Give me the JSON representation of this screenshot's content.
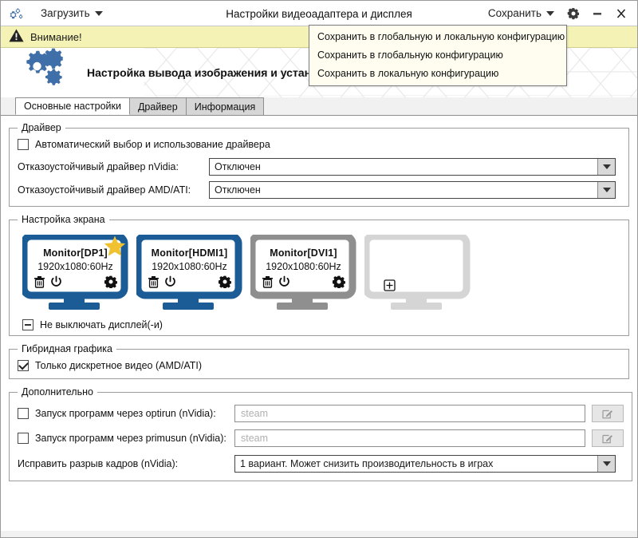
{
  "window": {
    "app_icon": "gears-icon",
    "load_button": "Загрузить",
    "title": "Настройки видеоадаптера и дисплея",
    "save_button": "Сохранить",
    "settings_icon": "gear-icon",
    "minimize_icon": "minimize-icon",
    "close_icon": "close-icon"
  },
  "save_menu": {
    "items": [
      "Сохранить в глобальную и локальную конфигурацию",
      "Сохранить в глобальную конфигурацию",
      "Сохранить в локальную конфигурацию"
    ]
  },
  "warning": {
    "icon": "warning-triangle-icon",
    "text": "Внимание!"
  },
  "banner": {
    "icon": "gears-icon",
    "title": "Настройка вывода изображения и установка драйвера видеокарты"
  },
  "tabs": [
    {
      "label": "Основные настройки",
      "active": true
    },
    {
      "label": "Драйвер",
      "active": false
    },
    {
      "label": "Информация",
      "active": false
    }
  ],
  "driver_group": {
    "legend": "Драйвер",
    "auto_checkbox": {
      "label": "Автоматический выбор и использование драйвера",
      "state": "unchecked"
    },
    "nvidia": {
      "label": "Отказоустойчивый драйвер nVidia:",
      "value": "Отключен"
    },
    "amd": {
      "label": "Отказоустойчивый драйвер AMD/ATI:",
      "value": "Отключен"
    }
  },
  "screen_group": {
    "legend": "Настройка экрана",
    "monitors": [
      {
        "name": "Monitor[DP1]",
        "res": "1920x1080:60Hz",
        "color": "#1b5c96",
        "primary": true,
        "empty": false
      },
      {
        "name": "Monitor[HDMI1]",
        "res": "1920x1080:60Hz",
        "color": "#1b5c96",
        "primary": false,
        "empty": false
      },
      {
        "name": "Monitor[DVI1]",
        "res": "1920x1080:60Hz",
        "color": "#8f8f8f",
        "primary": false,
        "empty": false
      },
      {
        "name": "",
        "res": "",
        "color": "#d5d5d5",
        "primary": false,
        "empty": true
      }
    ],
    "monitor_icons": {
      "delete": "trash-icon",
      "power": "power-icon",
      "settings": "gear-icon",
      "add": "plus-box-icon",
      "primary": "star-icon"
    },
    "keepon_checkbox": {
      "label": "Не выключать дисплей(-и)",
      "state": "indeterminate"
    }
  },
  "hybrid_group": {
    "legend": "Гибридная графика",
    "discrete_checkbox": {
      "label": "Только дискретное видео (AMD/ATI)",
      "state": "checked"
    }
  },
  "extra_group": {
    "legend": "Дополнительно",
    "optirun": {
      "label": "Запуск программ через optirun (nVidia):",
      "state": "unchecked",
      "placeholder": "steam",
      "edit_icon": "edit-pencil-icon"
    },
    "primusrun": {
      "label": "Запуск программ через primusun (nVidia):",
      "state": "unchecked",
      "placeholder": "steam",
      "edit_icon": "edit-pencil-icon"
    },
    "tearfix": {
      "label": "Исправить разрыв кадров (nVidia):",
      "value": "1 вариант. Может снизить производительность в играх"
    }
  },
  "colors": {
    "accent": "#1b5c96",
    "warning_bg": "#f4f2b4",
    "inactive": "#8f8f8f",
    "star": "#f0c030"
  }
}
